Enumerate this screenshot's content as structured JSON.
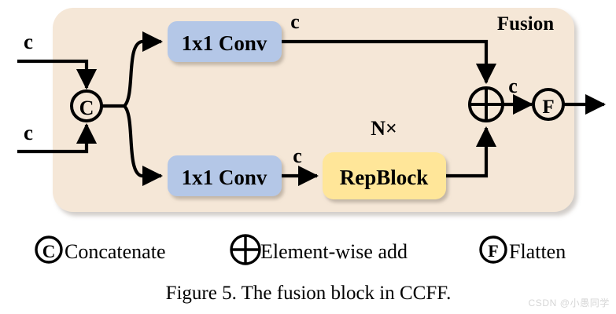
{
  "figure": {
    "caption": "Figure 5. The fusion block in CCFF.",
    "panel_title": "Fusion",
    "repeat_label": "N×",
    "watermark": "CSDN @小愚同学"
  },
  "colors": {
    "panel_fill": "#f5e7d7",
    "conv_fill": "#b4c7e7",
    "repblock_fill": "#ffe699",
    "stroke": "#000000",
    "page_background": "#ffffff",
    "watermark_text": "#d6d6d6",
    "shadow": "#c9bcae"
  },
  "inputs": [
    {
      "id": "input-top",
      "label": "c"
    },
    {
      "id": "input-bottom",
      "label": "c"
    }
  ],
  "nodes": {
    "concat": {
      "symbol": "C",
      "name": "concatenate-node"
    },
    "conv_top": {
      "label": "1x1 Conv",
      "name": "conv-top-block"
    },
    "conv_bottom": {
      "label": "1x1 Conv",
      "name": "conv-bottom-block"
    },
    "repblock": {
      "label": "RepBlock",
      "name": "repblock"
    },
    "add": {
      "symbol": "⊕",
      "name": "elementwise-add-node"
    },
    "flatten": {
      "symbol": "F",
      "name": "flatten-node"
    }
  },
  "edge_labels": {
    "conv_top_out": "c",
    "conv_bottom_out": "c",
    "add_out": "c"
  },
  "legend": [
    {
      "symbol": "C",
      "label": "Concatenate",
      "name": "legend-concatenate"
    },
    {
      "symbol": "⊕",
      "label": "Element-wise add",
      "name": "legend-elementwise-add"
    },
    {
      "symbol": "F",
      "label": "Flatten",
      "name": "legend-flatten"
    }
  ],
  "chart_data": {
    "type": "diagram",
    "title": "The fusion block in CCFF",
    "nodes": [
      {
        "id": "input-top",
        "label": "c",
        "type": "input"
      },
      {
        "id": "input-bottom",
        "label": "c",
        "type": "input"
      },
      {
        "id": "concat",
        "label": "C",
        "type": "operator-concatenate"
      },
      {
        "id": "conv-top",
        "label": "1x1 Conv",
        "type": "block"
      },
      {
        "id": "conv-bottom",
        "label": "1x1 Conv",
        "type": "block"
      },
      {
        "id": "repblock",
        "label": "RepBlock",
        "type": "block",
        "repeat": "N×"
      },
      {
        "id": "add",
        "label": "⊕",
        "type": "operator-add"
      },
      {
        "id": "flatten",
        "label": "F",
        "type": "operator-flatten"
      },
      {
        "id": "output",
        "label": "",
        "type": "output"
      }
    ],
    "edges": [
      {
        "from": "input-top",
        "to": "concat",
        "label": "c"
      },
      {
        "from": "input-bottom",
        "to": "concat",
        "label": "c"
      },
      {
        "from": "concat",
        "to": "conv-top",
        "label": ""
      },
      {
        "from": "concat",
        "to": "conv-bottom",
        "label": ""
      },
      {
        "from": "conv-top",
        "to": "add",
        "label": "c"
      },
      {
        "from": "conv-bottom",
        "to": "repblock",
        "label": "c"
      },
      {
        "from": "repblock",
        "to": "add",
        "label": ""
      },
      {
        "from": "add",
        "to": "flatten",
        "label": "c"
      },
      {
        "from": "flatten",
        "to": "output",
        "label": ""
      }
    ]
  }
}
